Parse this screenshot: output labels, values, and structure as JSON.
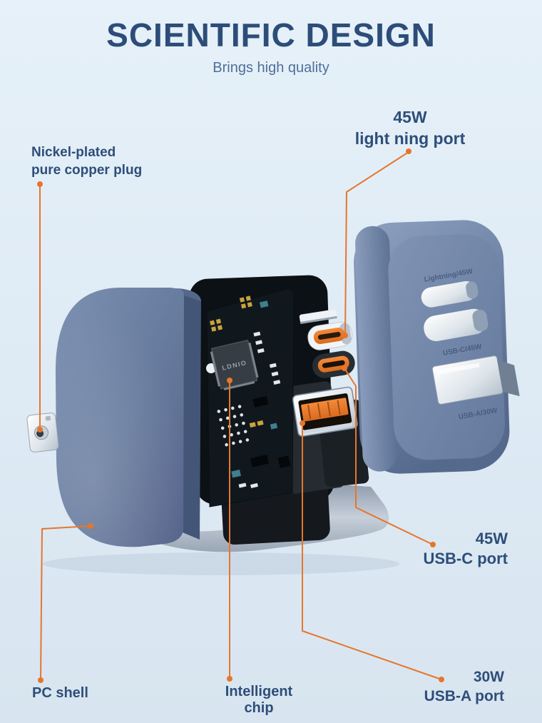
{
  "header": {
    "title": "SCIENTIFIC DESIGN",
    "subtitle": "Brings high quality"
  },
  "callouts": {
    "lightning": {
      "line1": "45W",
      "line2": "light ning port"
    },
    "plug": {
      "line1": "Nickel-plated",
      "line2": "pure copper plug"
    },
    "usb_c": {
      "line1": "45W",
      "line2": "USB-C port"
    },
    "usb_a": {
      "line1": "30W",
      "line2": "USB-A port"
    },
    "pc_shell": {
      "label": "PC shell"
    },
    "chip": {
      "label": "Intelligent chip"
    }
  },
  "device": {
    "chip_brand": "LDNIO",
    "faceplate": {
      "lightning_label": "Lightning/45W",
      "usb_c_label": "USB-C/45W",
      "usb_a_label": "USB-A/30W"
    }
  },
  "colors": {
    "accent_orange": "#E6762C",
    "label_blue": "#2E4E79",
    "shell_blue": "#64789B",
    "background": "#DFEAF4"
  }
}
